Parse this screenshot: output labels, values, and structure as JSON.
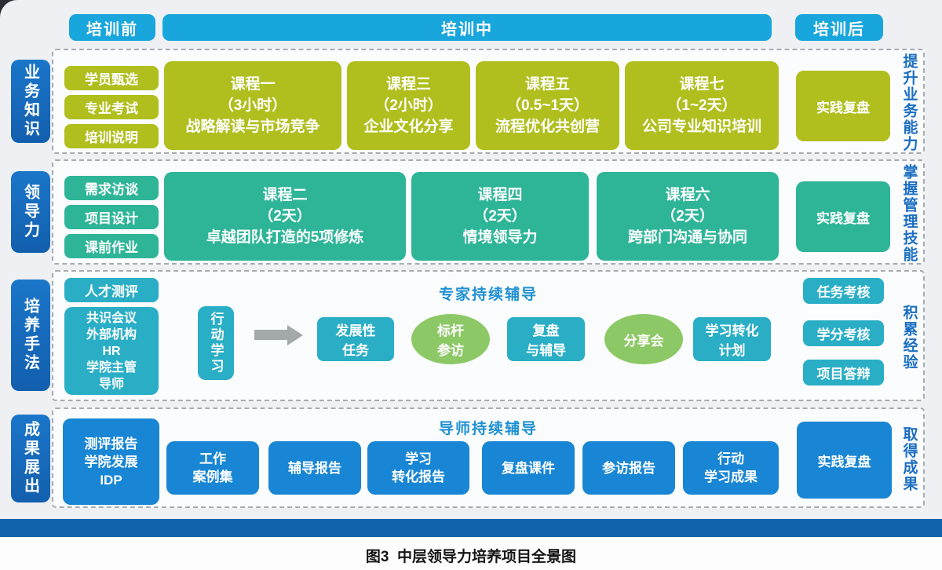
{
  "caption": "图3  中层领导力培养项目全景图",
  "phases": {
    "pre": "培训前",
    "mid": "培训中",
    "post": "培训后"
  },
  "rows": [
    {
      "left": "业务知识",
      "right": "提升业务能力",
      "pre": [
        "学员甄选",
        "专业考试",
        "培训说明"
      ],
      "courses": [
        "课程一\n（3小时）\n战略解读与市场竞争",
        "课程三\n（2小时）\n企业文化分享",
        "课程五\n（0.5~1天）\n流程优化共创营",
        "课程七\n（1~2天）\n公司专业知识培训"
      ],
      "post": "实践复盘"
    },
    {
      "left": "领导力",
      "right": "掌握管理技能",
      "pre": [
        "需求访谈",
        "项目设计",
        "课前作业"
      ],
      "courses": [
        "课程二\n（2天）\n卓越团队打造的5项修炼",
        "课程四\n（2天）\n情境领导力",
        "课程六\n（2天）\n跨部门沟通与协同"
      ],
      "post": "实践复盘"
    },
    {
      "left": "培养手法",
      "right": "积累经验",
      "talent_box": "人才测评",
      "stakeholder_box": "共识会议\n外部机构\nHR\n学院主管\n导师",
      "action_learning": "行动学习",
      "title": "专家持续辅导",
      "flow": [
        "发展性\n任务",
        "标杆\n参访",
        "复盘\n与辅导",
        "分享会",
        "学习转化\n计划"
      ],
      "assessments": [
        "任务考核",
        "学分考核",
        "项目答辩"
      ]
    },
    {
      "left": "成果展出",
      "right": "取得成果",
      "report_box": "测评报告\n学院发展\nIDP",
      "title": "导师持续辅导",
      "outputs": [
        "工作\n案例集",
        "辅导报告",
        "学习\n转化报告",
        "复盘课件",
        "参访报告",
        "行动\n学习成果"
      ],
      "post": "实践复盘"
    }
  ],
  "colors": {
    "phase_pill": "#18a6dd",
    "rail_blue": "#1568ba",
    "row1_box": "#b0bf1e",
    "row2_box": "#2eb598",
    "row3_box": "#2aaec6",
    "ellipse_green": "#8cc966",
    "row4_box": "#1886d4",
    "side_text": "#1b6fc2",
    "section_title": "#1e90d2",
    "bottom_bar": "#1164ab"
  }
}
